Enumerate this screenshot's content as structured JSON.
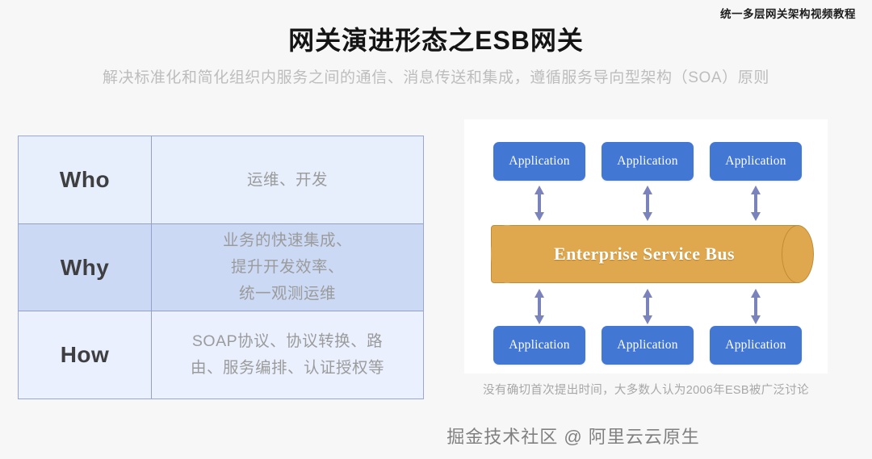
{
  "header": {
    "course_tag": "统一多层网关架构视频教程",
    "title": "网关演进形态之ESB网关",
    "subtitle": "解决标准化和简化组织内服务之间的通信、消息传送和集成，遵循服务导向型架构（SOA）原则"
  },
  "table": {
    "rows": [
      {
        "key": "Who",
        "value": "运维、开发"
      },
      {
        "key": "Why",
        "value": "业务的快速集成、\n提升开发效率、\n统一观测运维"
      },
      {
        "key": "How",
        "value": "SOAP协议、协议转换、路\n由、服务编排、认证授权等"
      }
    ]
  },
  "diagram": {
    "top_apps": [
      "Application",
      "Application",
      "Application"
    ],
    "bottom_apps": [
      "Application",
      "Application",
      "Application"
    ],
    "bus_label": "Enterprise Service Bus",
    "caption": "没有确切首次提出时间，大多数人认为2006年ESB被广泛讨论"
  },
  "footer": {
    "watermark": "掘金技术社区 @ 阿里云云原生"
  },
  "colors": {
    "background": "#f7f7f7",
    "title": "#141414",
    "subtitle": "#bdbdbd",
    "row1_bg": "#e7eefc",
    "row2_bg": "#cbd9f4",
    "row3_bg": "#eaf0fd",
    "table_border": "#93a0cb",
    "app_blue": "#4277d4",
    "bus_orange": "#e0a84e",
    "arrow_purple": "#7b83bd"
  }
}
